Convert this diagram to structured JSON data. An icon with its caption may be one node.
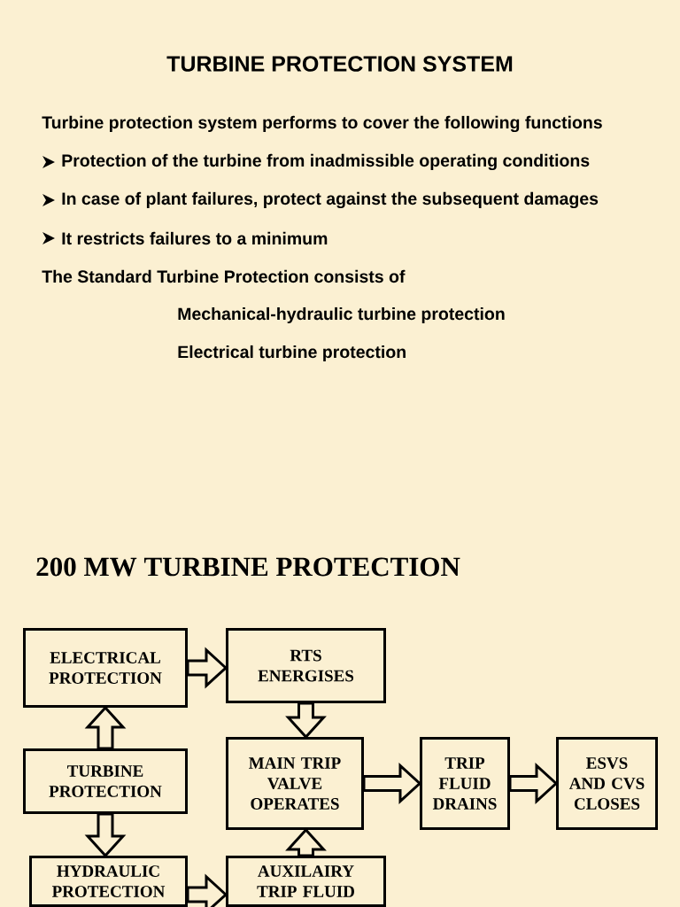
{
  "diagram": {
    "title": "TURBINE PROTECTION SYSTEM",
    "nodes": [
      {
        "text": [
          "ELECTRICAL PROTECTION"
        ]
      },
      {
        "text": [
          "RTS ENERGISES"
        ]
      },
      {
        "text": [
          "TURBINE PROTECTION"
        ]
      },
      {
        "text": [
          "MAIN TRIP VALVE OPERATES"
        ]
      },
      {
        "text": [
          "TRIP FLUID DRAINS"
        ]
      },
      {
        "text": [
          "ESVS AND CVS CLOSES"
        ]
      },
      {
        "text": [
          "HYDRAULIC PROTECTION"
        ]
      },
      {
        "text": [
          "AUXILAIRY TRIP FLUID"
        ]
      }
    ],
    "edges": [
      {
        "from": 2,
        "to": 0,
        "arrow": "to"
      },
      {
        "from": 0,
        "to": 1,
        "arrow": "to"
      },
      {
        "from": 1,
        "to": 3,
        "arrow": "to"
      },
      {
        "from": 2,
        "to": 6,
        "arrow": "to"
      },
      {
        "from": 6,
        "to": 7,
        "arrow": "to"
      },
      {
        "from": 7,
        "to": 3,
        "arrow": "to"
      },
      {
        "from": 3,
        "to": 4,
        "arrow": "to"
      },
      {
        "from": 4,
        "to": 5,
        "arrow": "to"
      }
    ],
    "labels": [
      "Turbine protection system performs to cover the following functions",
      "Protection of the turbine from inadmissible operating conditions",
      "In case of plant failures, protect against the subsequent damages",
      "It restricts failures to a minimum",
      "The Standard Turbine Protection consists of",
      "Mechanical-hydraulic turbine protection",
      "Electrical turbine protection",
      "200 MW TURBINE PROTECTION"
    ]
  }
}
